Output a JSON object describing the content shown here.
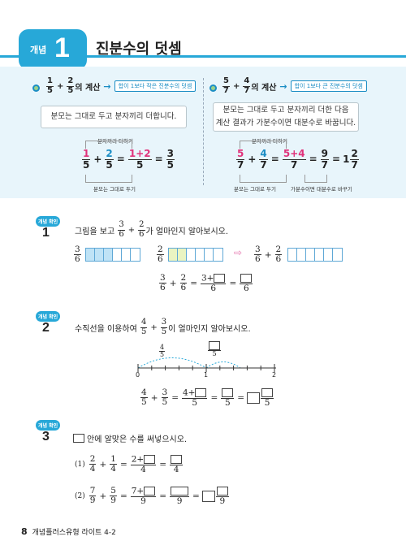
{
  "header": {
    "badge_label": "개념",
    "badge_number": "1",
    "title": "진분수의 덧셈"
  },
  "concept": {
    "left": {
      "expr_n1": "1",
      "expr_d1": "5",
      "expr_op": "+",
      "expr_n2": "2",
      "expr_d2": "5",
      "suffix": "의 계산",
      "tag": "합이 1보다 작은 진분수의 덧셈",
      "rule": "분모는 그대로 두고 분자끼리 더합니다.",
      "top_note": "분자끼리 더하기",
      "bottom_note": "분모는 그대로 두기",
      "ex": {
        "a_n": "1",
        "a_d": "5",
        "b_n": "2",
        "b_d": "5",
        "c_n": "1+2",
        "c_d": "5",
        "r_n": "3",
        "r_d": "5"
      }
    },
    "right": {
      "expr_n1": "5",
      "expr_d1": "7",
      "expr_op": "+",
      "expr_n2": "4",
      "expr_d2": "7",
      "suffix": "의 계산",
      "tag": "합이 1보다 큰 진분수의 덧셈",
      "rule_1": "분모는 그대로 두고 분자끼리 더한 다음",
      "rule_2": "계산 결과가 가분수이면 대분수로 바꿉니다.",
      "top_note": "분자끼리 더하기",
      "bottom_note": "분모는 그대로 두기",
      "bottom_note2": "가분수이면 대분수로 바꾸기",
      "ex": {
        "a_n": "5",
        "a_d": "7",
        "b_n": "4",
        "b_d": "7",
        "c_n": "5+4",
        "c_d": "7",
        "r_n": "9",
        "r_d": "7",
        "m_w": "1",
        "m_n": "2",
        "m_d": "7"
      }
    }
  },
  "problems": [
    {
      "label": "개념 확인",
      "number": "1",
      "q_pre": "그림을 보고",
      "q_n1": "3",
      "q_d1": "6",
      "q_n2": "2",
      "q_d2": "6",
      "q_post": "가 얼마인지 알아보시오.",
      "bar1": {
        "n": "3",
        "d": "6"
      },
      "bar2": {
        "n": "2",
        "d": "6"
      },
      "bar3": {
        "n1": "3",
        "d1": "6",
        "n2": "2",
        "d2": "6"
      },
      "eq": {
        "n1": "3",
        "d1": "6",
        "n2": "2",
        "d2": "6",
        "c_n": "3+",
        "c_d": "6",
        "r_d": "6"
      }
    },
    {
      "label": "개념 확인",
      "number": "2",
      "q_pre": "수직선을 이용하여",
      "q_n1": "4",
      "q_d1": "5",
      "q_n2": "3",
      "q_d2": "5",
      "q_post": "이 얼마인지 알아보시오.",
      "nl": {
        "t0": "0",
        "t1": "1",
        "t2": "2",
        "arc1_n": "4",
        "arc1_d": "5",
        "arc2_d": "5"
      },
      "eq": {
        "n1": "4",
        "d1": "5",
        "n2": "3",
        "d2": "5",
        "c_n": "4+",
        "c_d": "5",
        "r1_d": "5",
        "r2_d": "5"
      }
    },
    {
      "label": "개념 확인",
      "number": "3",
      "q_post": "안에 알맞은 수를 써넣으시오.",
      "s1": {
        "idx": "(1)",
        "n1": "2",
        "d1": "4",
        "n2": "1",
        "d2": "4",
        "c_n": "2+",
        "c_d": "4",
        "r_d": "4"
      },
      "s2": {
        "idx": "(2)",
        "n1": "7",
        "d1": "9",
        "n2": "5",
        "d2": "9",
        "c_n": "7+",
        "c_d": "9",
        "r1_d": "9",
        "r2_d": "9"
      }
    }
  ],
  "footer": {
    "page": "8",
    "text": "개념플러스유형 라이트 4-2"
  }
}
